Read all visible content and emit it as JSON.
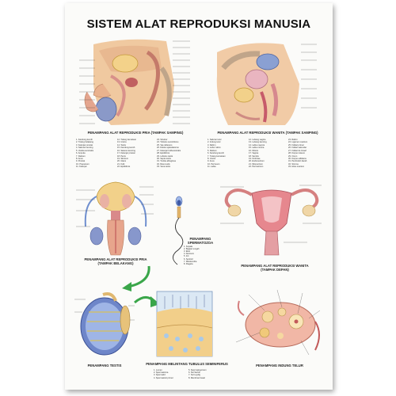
{
  "poster": {
    "title": "SISTEM ALAT REPRODUKSI MANUSIA",
    "captions": {
      "male_side": "PENAMPANG ALAT REPRODUKSI PRIA (TAMPAK SAMPING)",
      "female_side": "PENAMPANG ALAT REPRODUKSI WANITA (TAMPAK SAMPING)",
      "male_back_line1": "PENAMPANG ALAT REPRODUKSI PRIA",
      "male_back_line2": "(TAMPAK BELAKANG)",
      "sperm_line1": "PENAMPANG",
      "sperm_line2": "SPERMATOZOA",
      "female_front_line1": "PENAMPANG ALAT REPRODUKSI WANITA",
      "female_front_line2": "(TAMPAK DEPAN)",
      "testis": "PENAMPANG TESTIS",
      "tubule": "PENAMPANG MELINTANG TUBULUS SEMINIFERUS",
      "ovary": "PENAMPANG INDUNG TELUR"
    },
    "male_legend": [
      [
        "1. Kandung kemih",
        "12. Tulang kemaluan",
        "23. Struktur"
      ],
      [
        "2. Tulang belakang",
        "13. Uretra",
        "24. Tubulus seminiferus"
      ],
      [
        "3. Kelenjar prostat",
        "14. Testis",
        "25. Vas deferens"
      ],
      [
        "4. Saluran kencing",
        "15. Kandung kemih",
        "26. Duktus ejakulatorius"
      ],
      [
        "5. Vesika seminalis",
        "16. Saluran kencing",
        "27. Kelenjar bulbouretralis"
      ],
      [
        "6. Ampula",
        "17. Kelenjar prostat",
        "28. Epididimis"
      ],
      [
        "7. Rektum",
        "18. Penis",
        "29. Lobulus testis"
      ],
      [
        "8. Anus",
        "19. Skrotum",
        "30. Septa testis"
      ],
      [
        "9. Prostat",
        "20. Glans",
        "31. Tunika albuginea"
      ],
      [
        "10. Prepusium",
        "21. Kulit",
        "32. Rete testis"
      ],
      [
        "11. Kelenjar",
        "22. Epididimis",
        "33. Vena testis"
      ]
    ],
    "female_legend": [
      [
        "1. Saluran telur",
        "12. Lubang vagina",
        "23. Rahim"
      ],
      [
        "2. Indung telur",
        "13. Lubang kencing",
        "24. Ligamen ovarium"
      ],
      [
        "3. Rahim",
        "14. Labia mayora",
        "25. Folikel primer"
      ],
      [
        "4. Leher rahim",
        "15. Labia minora",
        "26. Folikel sekunder"
      ],
      [
        "5. Rektum",
        "16. Klitoris",
        "27. Folikel de Graaf"
      ],
      [
        "6. Kandung kemih",
        "17. Vagina",
        "28. Korpus luteum"
      ],
      [
        "7. Tulang kemaluan",
        "18. Serviks",
        "29. Ovum"
      ],
      [
        "8. Uretra",
        "19. Fimbriae",
        "30. Korpus albikans"
      ],
      [
        "9. Anus",
        "20. Endometrium",
        "31. Pembuluh darah"
      ],
      [
        "10. Perineum",
        "21. Miometrium",
        "32. Stroma"
      ],
      [
        "11. Labia",
        "22. Perimetrium",
        "33. Hilus ovarium"
      ]
    ],
    "sperm_legend": [
      "1. Kepala",
      "2. Bagian tengah",
      "3. Ekor",
      "4. Akrosom",
      "5. Inti",
      "6. Sentriol",
      "7. Mitokondria",
      "8. Flagela"
    ],
    "tubule_legend": [
      "1. Lumen",
      "2. Spermatozoa",
      "3. Spermatid",
      "4. Spermatosit primer",
      "5. Spermatogonium",
      "6. Sel Sertoli",
      "7. Sel Leydig",
      "8. Membran basal"
    ]
  }
}
